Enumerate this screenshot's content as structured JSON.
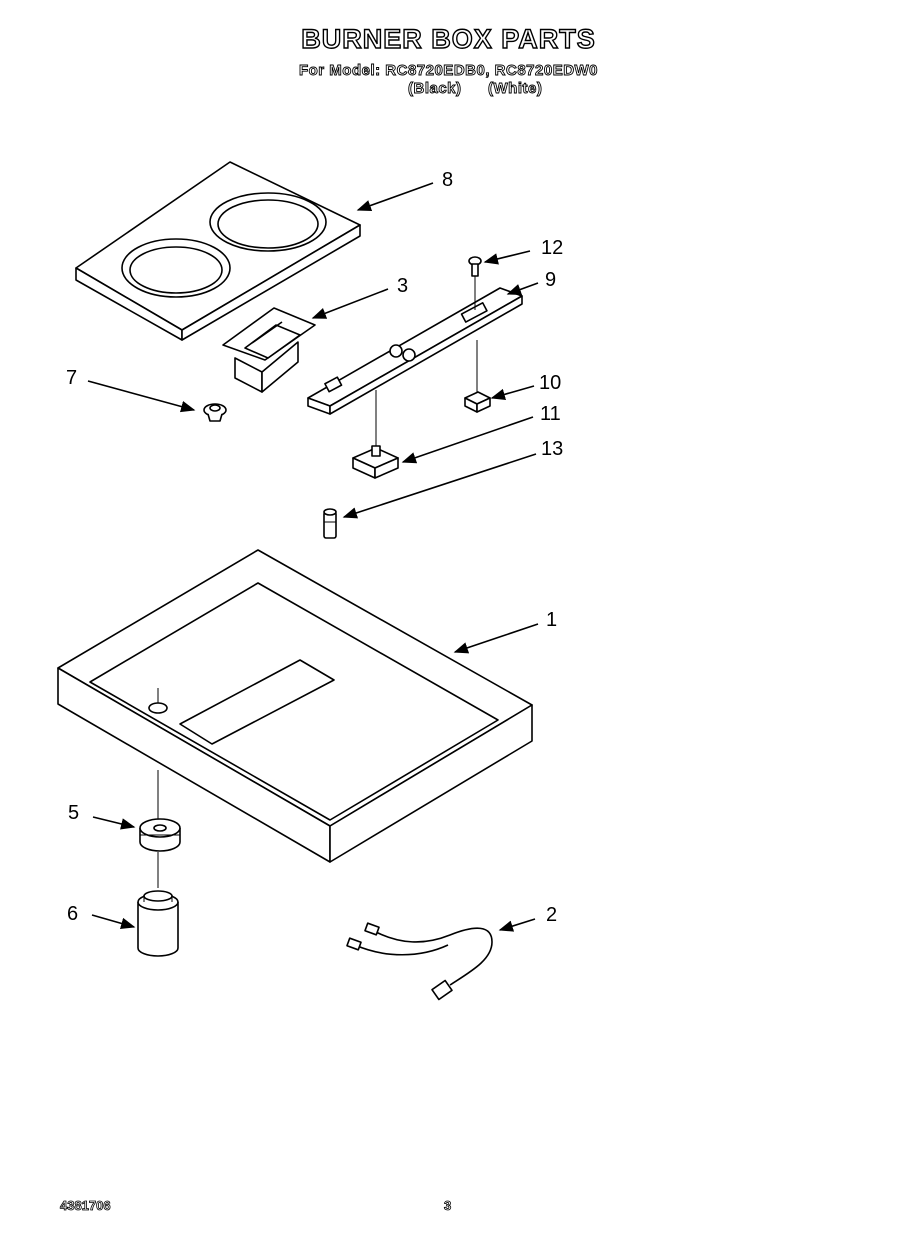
{
  "header": {
    "title": "BURNER BOX PARTS",
    "subtitle": "For Model: RC8720EDB0, RC8720EDW0",
    "variant_black": "(Black)",
    "variant_white": "(White)"
  },
  "callouts": {
    "c1": "1",
    "c2": "2",
    "c3": "3",
    "c5": "5",
    "c6": "6",
    "c7": "7",
    "c8": "8",
    "c9": "9",
    "c10": "10",
    "c11": "11",
    "c12": "12",
    "c13": "13"
  },
  "footer": {
    "doc_number": "4381706",
    "page_number": "3"
  }
}
